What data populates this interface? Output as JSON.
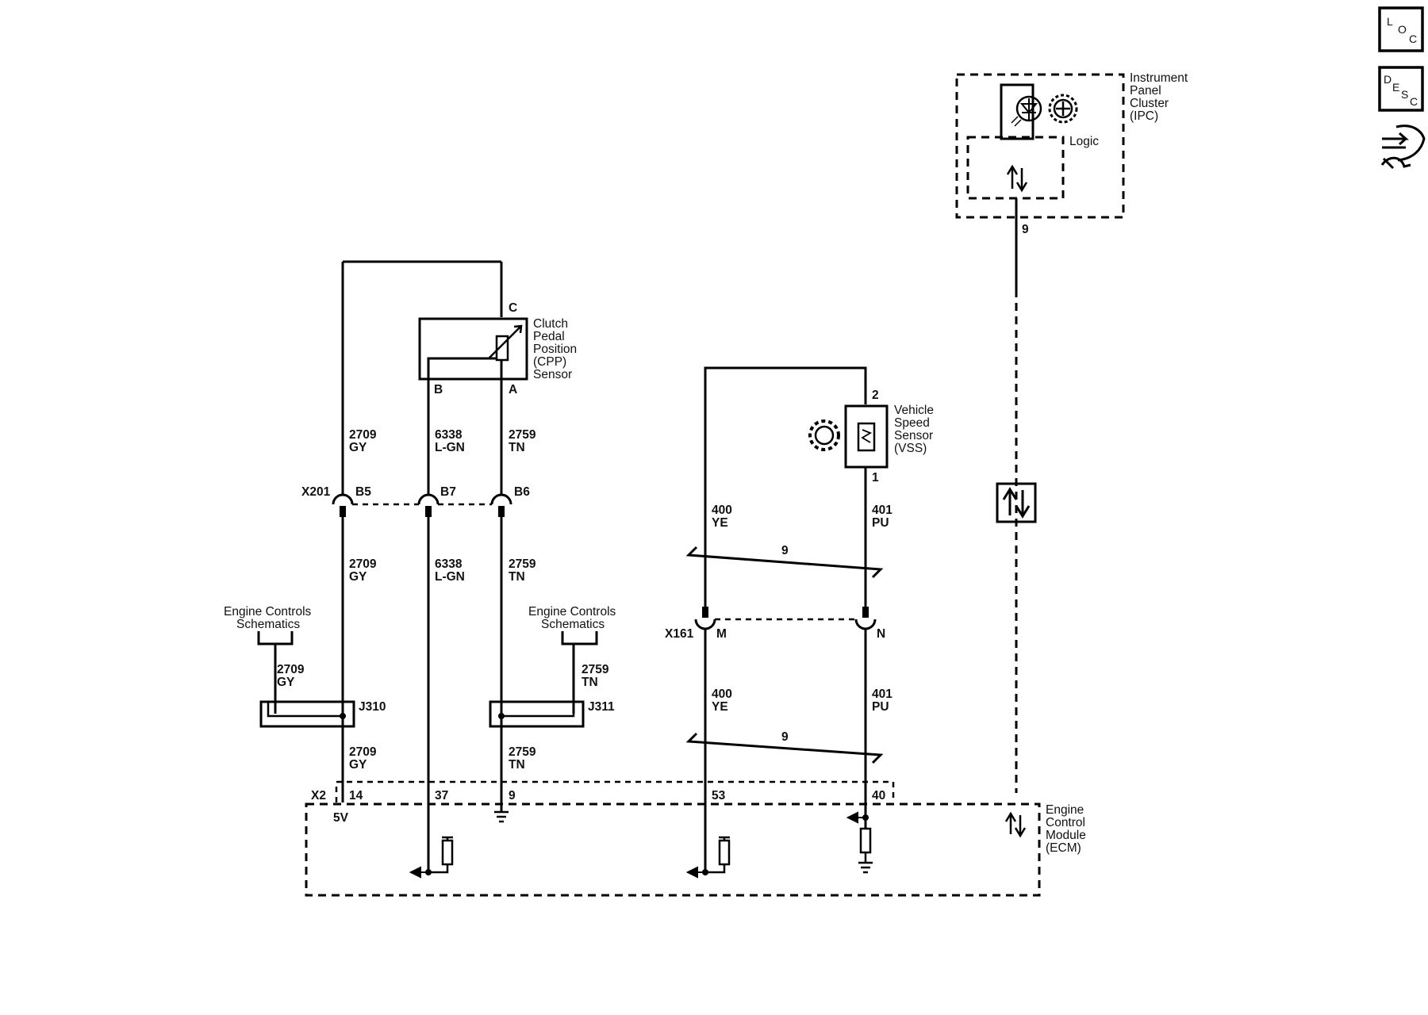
{
  "nav": {
    "loc": [
      "L",
      "O",
      "C"
    ],
    "desc": [
      "D",
      "E",
      "S",
      "C"
    ]
  },
  "ipc": {
    "name_lines": [
      "Instrument",
      "Panel",
      "Cluster",
      "(IPC)"
    ],
    "logic": "Logic",
    "pin": "9"
  },
  "cpp": {
    "name_lines": [
      "Clutch",
      "Pedal",
      "Position",
      "(CPP)",
      "Sensor"
    ],
    "pin_c": "C",
    "pin_b": "B",
    "pin_a": "A"
  },
  "vss": {
    "name_lines": [
      "Vehicle",
      "Speed",
      "Sensor",
      "(VSS)"
    ],
    "pin_2": "2",
    "pin_1": "1"
  },
  "x201": {
    "name": "X201",
    "b5": "B5",
    "b7": "B7",
    "b6": "B6"
  },
  "x161": {
    "name": "X161",
    "m": "M",
    "n": "N"
  },
  "wires": {
    "w2709": [
      "2709",
      "GY"
    ],
    "w6338": [
      "6338",
      "L-GN"
    ],
    "w2759": [
      "2759",
      "TN"
    ],
    "w400": [
      "400",
      "YE"
    ],
    "w401": [
      "401",
      "PU"
    ],
    "twist_label": "9"
  },
  "ecs": [
    "Engine Controls",
    "Schematics"
  ],
  "splices": {
    "j310": "J310",
    "j311": "J311"
  },
  "ecm": {
    "name_lines": [
      "Engine",
      "Control",
      "Module",
      "(ECM)"
    ],
    "connector": "X2",
    "pins": {
      "p14": "14",
      "p37": "37",
      "p9": "9",
      "p53": "53",
      "p40": "40"
    },
    "supply": "5V"
  }
}
